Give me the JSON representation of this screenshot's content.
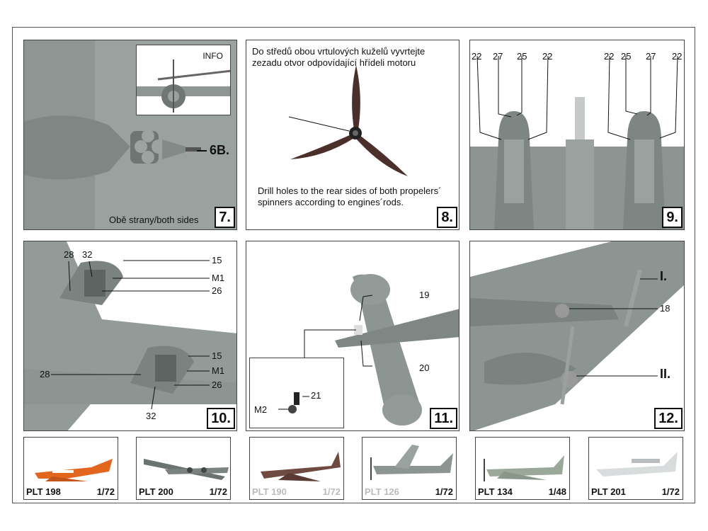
{
  "steps": {
    "s7": {
      "number": "7.",
      "info_label": "INFO",
      "callout": "6B.",
      "caption": "Obě strany/both sides"
    },
    "s8": {
      "number": "8.",
      "text_cz": "Do středů obou vrtulových kuželů vyvrtejte zezadu otvor odpovídající hřídeli motoru",
      "text_en": "Drill holes to the rear sides of both propelers´ spinners according to engines´rods."
    },
    "s9": {
      "number": "9.",
      "left_labels": [
        "22",
        "27",
        "25",
        "22"
      ],
      "right_labels": [
        "22",
        "25",
        "27",
        "22"
      ]
    },
    "s10": {
      "number": "10.",
      "labels": {
        "top_28": "28",
        "top_32": "32",
        "top_15": "15",
        "top_M1": "M1",
        "top_26": "26",
        "bot_15": "15",
        "bot_28": "28",
        "bot_M1": "M1",
        "bot_26": "26",
        "bot_32": "32"
      }
    },
    "s11": {
      "number": "11.",
      "labels": {
        "p19": "19",
        "p20": "20",
        "p21": "21",
        "pM2": "M2"
      }
    },
    "s12": {
      "number": "12.",
      "labels": {
        "pI": "I.",
        "p18": "18",
        "pII": "II."
      }
    }
  },
  "products": [
    {
      "code": "PLT 198",
      "scale": "1/72",
      "faded": false
    },
    {
      "code": "PLT 200",
      "scale": "1/72",
      "faded": false
    },
    {
      "code": "PLT 190",
      "scale": "1/72",
      "faded": true
    },
    {
      "code": "PLT 126",
      "scale": "1/72",
      "faded": true
    },
    {
      "code": "PLT 134",
      "scale": "1/48",
      "faded": false
    },
    {
      "code": "PLT 201",
      "scale": "1/72",
      "faded": false
    }
  ],
  "colors": {
    "model_grey": "#8c9591",
    "background_grey": "#a9b0ad",
    "accent_orange": "#e2661e"
  }
}
